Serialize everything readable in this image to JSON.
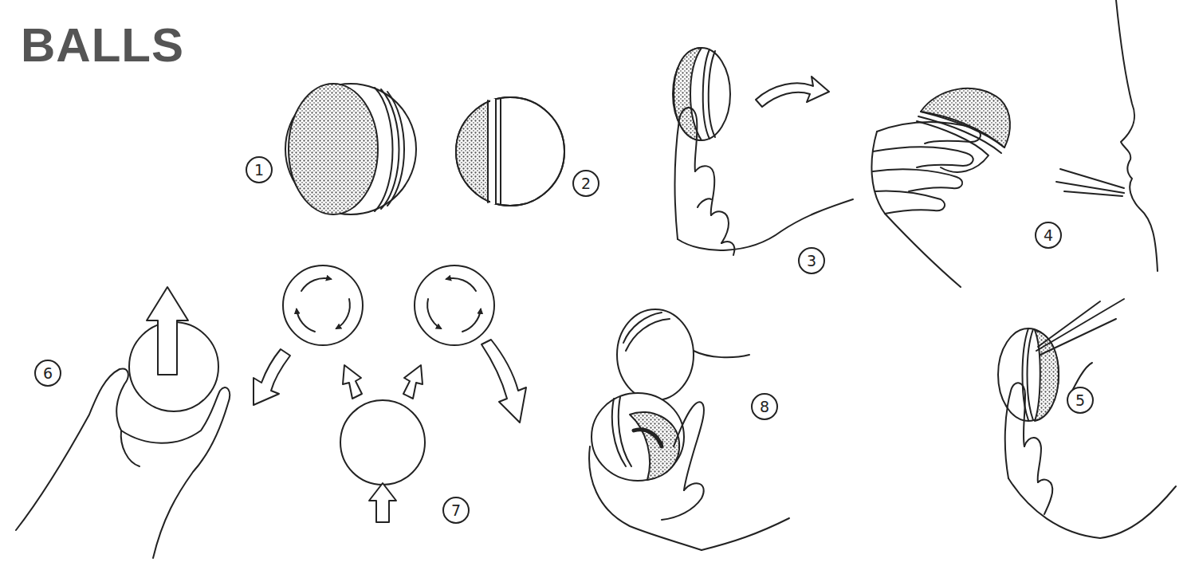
{
  "diagram": {
    "title": "BALLS",
    "labels": [
      "1",
      "2",
      "3",
      "4",
      "5",
      "6",
      "7",
      "8"
    ]
  }
}
